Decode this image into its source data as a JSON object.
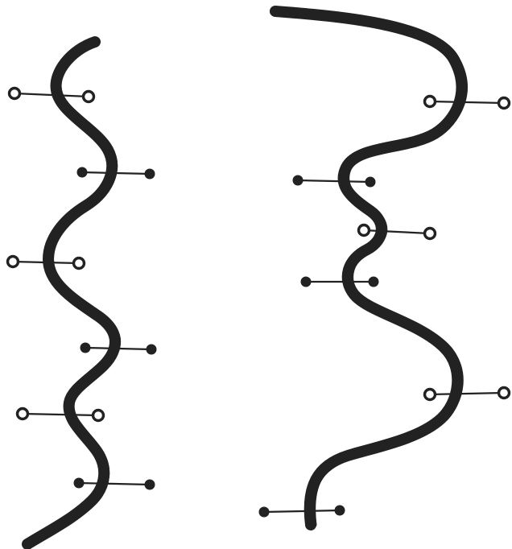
{
  "figure": {
    "colors": {
      "ink": "#222222",
      "background": "#ffffff"
    },
    "strands": [
      {
        "name": "left-strand",
        "markers": [
          {
            "name": "marker-1",
            "left_end": "open",
            "right_end": "open"
          },
          {
            "name": "marker-2",
            "left_end": "filled",
            "right_end": "filled"
          },
          {
            "name": "marker-3",
            "left_end": "open",
            "right_end": "open"
          },
          {
            "name": "marker-4",
            "left_end": "filled",
            "right_end": "filled"
          },
          {
            "name": "marker-5",
            "left_end": "open",
            "right_end": "open"
          },
          {
            "name": "marker-6",
            "left_end": "filled",
            "right_end": "filled"
          }
        ]
      },
      {
        "name": "right-strand",
        "markers": [
          {
            "name": "marker-1",
            "left_end": "open",
            "right_end": "open"
          },
          {
            "name": "marker-2",
            "left_end": "filled",
            "right_end": "filled"
          },
          {
            "name": "marker-3",
            "left_end": "open",
            "right_end": "open"
          },
          {
            "name": "marker-4",
            "left_end": "filled",
            "right_end": "filled"
          },
          {
            "name": "marker-5",
            "left_end": "open",
            "right_end": "open"
          },
          {
            "name": "marker-6",
            "left_end": "filled",
            "right_end": "filled"
          }
        ]
      }
    ]
  }
}
